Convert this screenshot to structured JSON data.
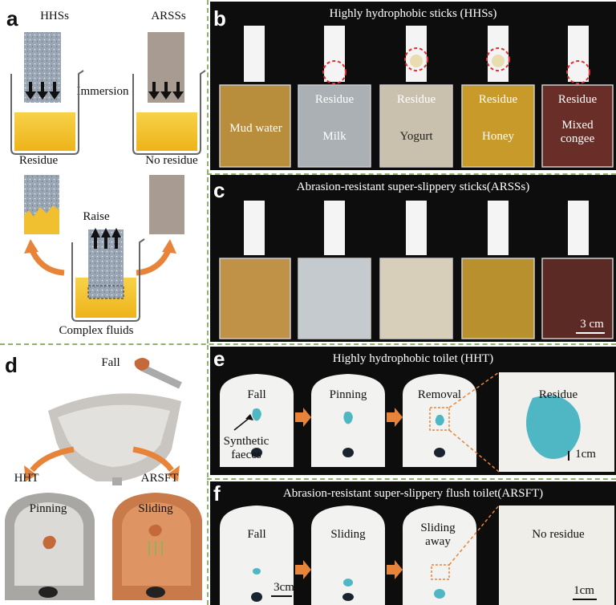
{
  "panel_labels": {
    "a": "a",
    "b": "b",
    "c": "c",
    "d": "d",
    "e": "e",
    "f": "f"
  },
  "panel_a": {
    "hhs": "HHSs",
    "arss": "ARSSs",
    "immersion": "Immersion",
    "residue": "Residue",
    "no_residue": "No residue",
    "raise": "Raise",
    "complex_fluids": "Complex fluids"
  },
  "panel_b": {
    "title": "Highly hydrophobic sticks (HHSs)",
    "residue_label": "Residue",
    "fluids": [
      "Mud water",
      "Milk",
      "Yogurt",
      "Honey",
      "Mixed congee"
    ]
  },
  "panel_c": {
    "title": "Abrasion-resistant super-slippery sticks(ARSSs)",
    "scale": "3 cm"
  },
  "panel_d": {
    "fall": "Fall",
    "hht": "HHT",
    "arsft": "ARSFT",
    "pinning": "Pinning",
    "sliding": "Sliding"
  },
  "panel_e": {
    "title": "Highly hydrophobic toilet (HHT)",
    "fall": "Fall",
    "pinning": "Pinning",
    "removal": "Removal",
    "residue": "Residue",
    "synthetic_faeces": "Synthetic faeces",
    "scale": "1cm"
  },
  "panel_f": {
    "title": "Abrasion-resistant super-slippery flush toilet(ARSFT)",
    "fall": "Fall",
    "sliding": "Sliding",
    "sliding_away": "Sliding away",
    "no_residue": "No residue",
    "scale_left": "3cm",
    "scale_right": "1cm"
  },
  "colors": {
    "divider": "#8fb36a",
    "arrow_orange": "#e8843a",
    "fluid_yellow": "#f2c230",
    "faeces_blue": "#4fb7c4",
    "arsft_orange": "#de9463"
  }
}
